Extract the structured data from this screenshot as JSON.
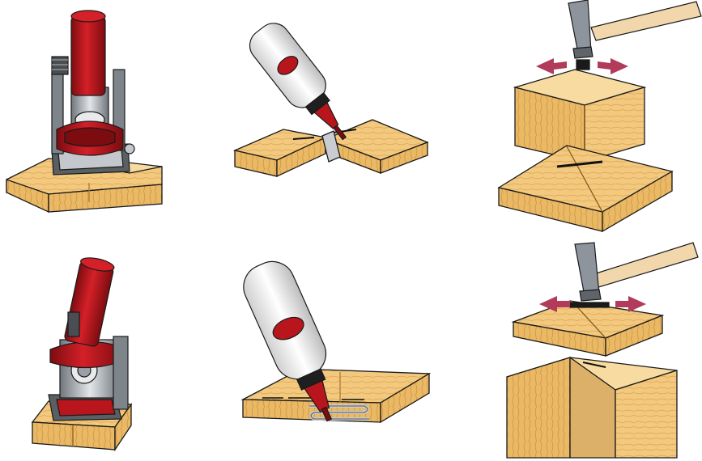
{
  "colors": {
    "background": "#ffffff",
    "wood_top": "#f4cf86",
    "wood_front": "#ecbd6e",
    "wood_side": "#f7dba0",
    "wood_grain": "#e0a857",
    "outline": "#1a1a1a",
    "tool_red": "#b8161c",
    "tool_red_dark": "#7c0c10",
    "metal": "#c4c8cc",
    "metal_dark": "#6f757b",
    "bottle_white": "#f3f3f3",
    "bottle_shade": "#cfcfcf",
    "arrow": "#b23a5a",
    "hammer_head": "#8d949b",
    "hammer_handle": "#f2d7ac",
    "slot": "#1a1a1a",
    "clip": "#c9ccd0"
  },
  "panels": [
    {
      "name": "step-1-router-on-mitre-joint",
      "icons": [
        "router-tool-icon",
        "wood-corner-icon"
      ]
    },
    {
      "name": "step-2-glue-into-groove",
      "icons": [
        "glue-bottle-icon",
        "wood-pieces-icon"
      ]
    },
    {
      "name": "step-3-hammer-insert-clip",
      "icons": [
        "hammer-icon",
        "press-arrow-icon",
        "wood-frame-icon"
      ]
    },
    {
      "name": "step-4-router-on-flat-joint",
      "icons": [
        "router-tool-icon",
        "wood-board-icon"
      ]
    },
    {
      "name": "step-5-glue-into-slot",
      "icons": [
        "glue-bottle-icon",
        "clip-icon"
      ]
    },
    {
      "name": "step-6-hammer-corner-joint",
      "icons": [
        "hammer-icon",
        "press-arrow-icon",
        "wood-corner-icon"
      ]
    }
  ]
}
